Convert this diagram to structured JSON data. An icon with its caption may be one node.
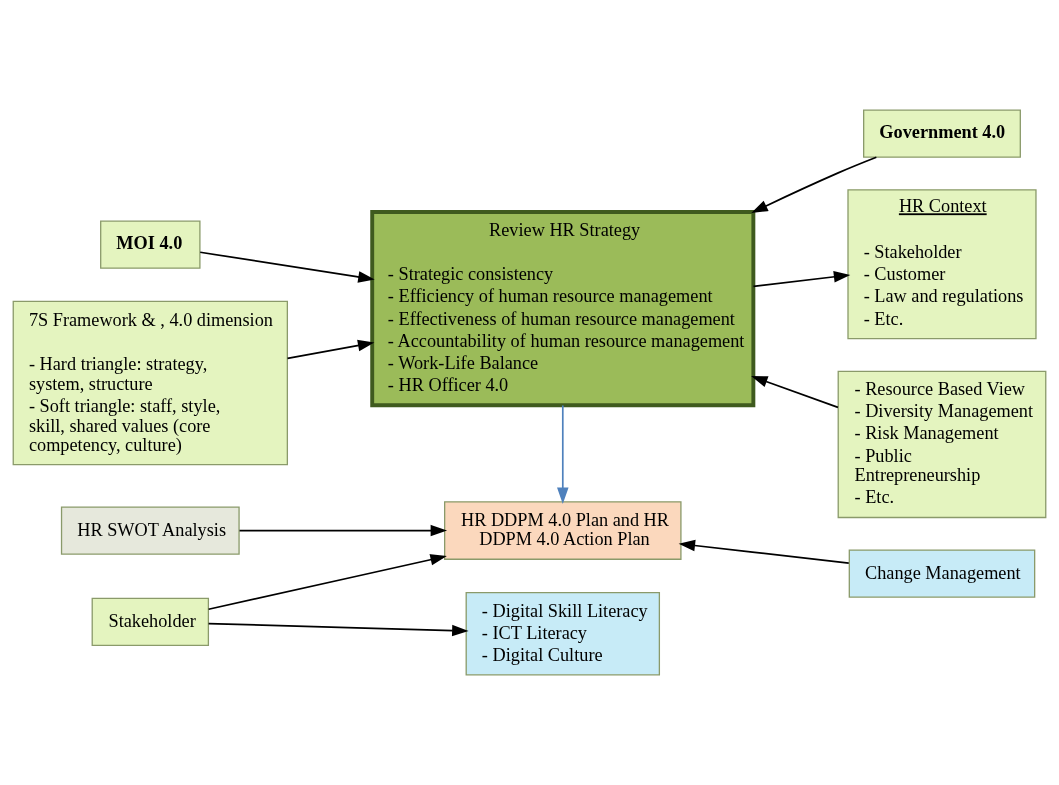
{
  "diagram": {
    "nodes": [
      {
        "text": [
          "MOI 4.0"
        ]
      },
      {
        "text": [
          "Government 4.0"
        ]
      },
      {
        "text": [
          "Review HR Strategy",
          "- Strategic consistency",
          "- Efficiency of human resource management",
          "- Effectiveness of human resource management",
          "- Accountability of human resource management",
          "- Work-Life Balance",
          "- HR Officer 4.0"
        ]
      },
      {
        "text": [
          "7S Framework & , 4.0 dimension",
          "- Hard triangle: strategy, system, structure",
          "- Soft triangle: staff, style, skill, shared values (core competency, culture)"
        ]
      },
      {
        "text": [
          "HR Context",
          "- Stakeholder",
          "- Customer",
          "- Law and regulations",
          "- Etc."
        ]
      },
      {
        "text": [
          "- Resource Based View",
          "- Diversity Management",
          "- Risk Management",
          "- Public Entrepreneurship",
          "- Etc."
        ]
      },
      {
        "text": [
          "HR SWOT Analysis"
        ]
      },
      {
        "text": [
          "HR DDPM 4.0 Plan and HR DDPM 4.0 Action Plan"
        ]
      },
      {
        "text": [
          "Stakeholder"
        ]
      },
      {
        "text": [
          "Change Management"
        ]
      },
      {
        "text": [
          "- Digital Skill Literacy",
          "- ICT Literacy",
          "- Digital Culture"
        ]
      }
    ],
    "edges": [
      {
        "from": 0,
        "to": 2,
        "arrow": "to"
      },
      {
        "from": 1,
        "to": 2,
        "arrow": "to"
      },
      {
        "from": 3,
        "to": 2,
        "arrow": "to"
      },
      {
        "from": 2,
        "to": 4,
        "arrow": "to"
      },
      {
        "from": 5,
        "to": 2,
        "arrow": "to"
      },
      {
        "from": 2,
        "to": 7,
        "arrow": "to",
        "color": "#4f81bd"
      },
      {
        "from": 6,
        "to": 7,
        "arrow": "to"
      },
      {
        "from": 8,
        "to": 7,
        "arrow": "to"
      },
      {
        "from": 9,
        "to": 7,
        "arrow": "to"
      },
      {
        "from": 8,
        "to": 10,
        "arrow": "to"
      }
    ]
  }
}
